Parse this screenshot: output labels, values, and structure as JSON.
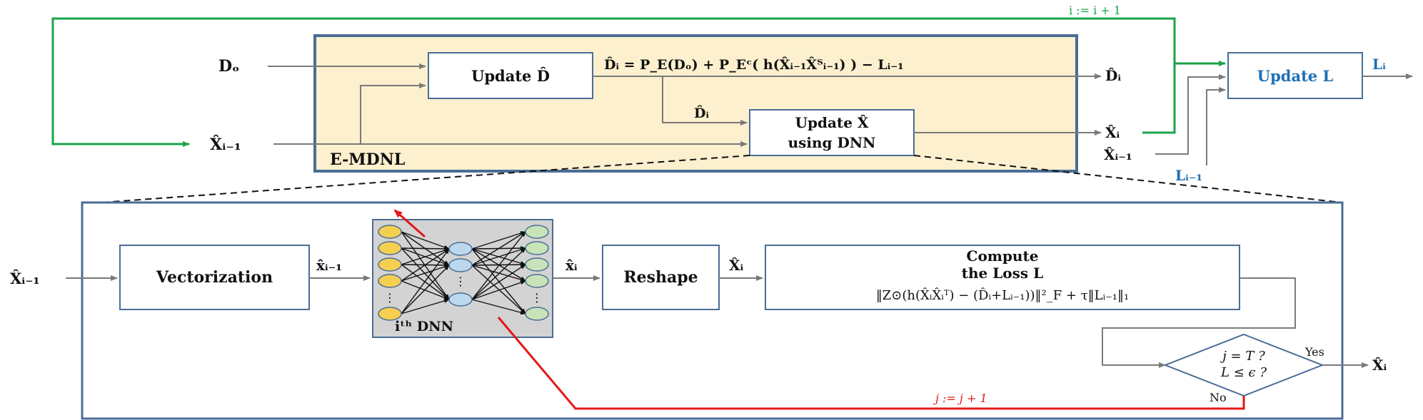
{
  "colors": {
    "green": "#1aa34a",
    "red": "#e31818",
    "blue": "#1f6fb5",
    "frame": "#4a6d96",
    "panel_fill": "#fdf0cf",
    "dnn_fill": "#d3d3d3",
    "input_node": "#f5cf4f",
    "hidden_node": "#bcd8ee",
    "output_node": "#c8e3b8"
  },
  "top": {
    "loop_label": "i := i + 1",
    "input_d": "Dₒ",
    "input_x": "X̂ᵢ₋₁",
    "panel_label": "E-MDNL",
    "update_d": "Update D̂",
    "d_equation": "D̂ᵢ = P_E(Dₒ) + P_Eᶜ( h(X̂ᵢ₋₁X̂ᵀᵢ₋₁) ) − Lᵢ₋₁",
    "d_hat_mid": "D̂ᵢ",
    "update_x_line1": "Update X̂",
    "update_x_line2": "using DNN",
    "out_d": "D̂ᵢ",
    "out_x": "X̂ᵢ",
    "side_x_prev": "X̂ᵢ₋₁",
    "side_l_prev": "Lᵢ₋₁",
    "update_l": "Update L",
    "out_l": "Lᵢ"
  },
  "bottom": {
    "input_x": "X̂ᵢ₋₁",
    "vectorization": "Vectorization",
    "vec_out": "x̂ᵢ₋₁",
    "dnn_label": "iᵗʰ DNN",
    "dnn_out": "x̂ᵢ",
    "reshape": "Reshape",
    "reshape_out": "X̂ᵢ",
    "loss_title1": "Compute",
    "loss_title2": "the Loss L",
    "loss_formula": "‖Z⊙(h(X̂ᵢX̂ᵢᵀ) − (D̂ᵢ+Lᵢ₋₁))‖²_F + τ‖Lᵢ₋₁‖₁",
    "cond_line1": "j = T ?",
    "cond_line2": "L ≤ ϵ ?",
    "yes": "Yes",
    "no": "No",
    "final_out": "X̂ᵢ",
    "inner_loop": "j := j + 1"
  }
}
